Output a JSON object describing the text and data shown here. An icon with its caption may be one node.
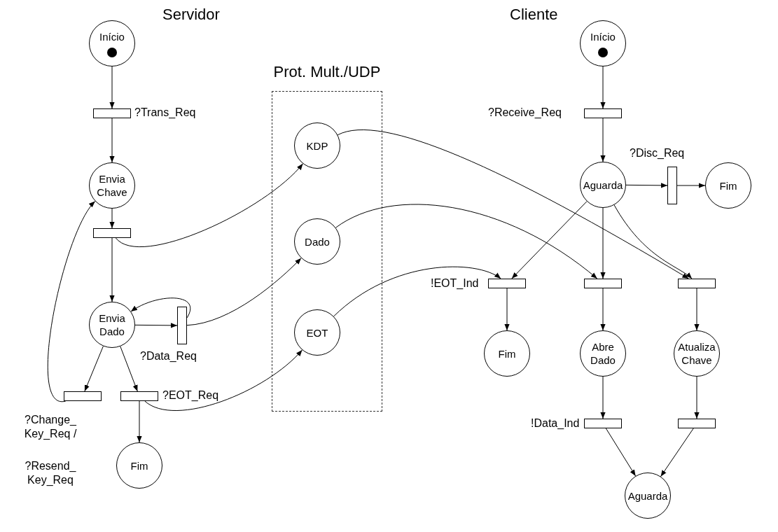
{
  "diagram": {
    "nodes": [
      {
        "text": [
          "Início"
        ]
      },
      {
        "text": [],
        "shape": "bar",
        "beside": [
          "?Trans_Req"
        ]
      },
      {
        "text": [
          "Envia Chave"
        ]
      },
      {
        "text": [],
        "shape": "bar"
      },
      {
        "text": [
          "Envia Dado"
        ]
      },
      {
        "text": [],
        "shape": "bar",
        "beside": [
          "?Data_Req"
        ]
      },
      {
        "text": [],
        "shape": "bar",
        "beside": [
          "?Change_ Key_Req /",
          "?Resend_ Key_Req"
        ]
      },
      {
        "text": [],
        "shape": "bar",
        "beside": [
          "?EOT_Req"
        ]
      },
      {
        "text": [
          "Fim"
        ]
      },
      {
        "text": [
          "Prot. Mult./UDP"
        ]
      },
      {
        "text": [
          "KDP"
        ],
        "in": 9
      },
      {
        "text": [
          "Dado"
        ],
        "in": 9
      },
      {
        "text": [
          "EOT"
        ],
        "in": 9
      },
      {
        "text": [
          "Início"
        ]
      },
      {
        "text": [],
        "shape": "bar",
        "beside": [
          "?Receive_Req"
        ]
      },
      {
        "text": [
          "Aguarda"
        ]
      },
      {
        "text": [],
        "shape": "bar",
        "beside": [
          "?Disc_Req"
        ]
      },
      {
        "text": [
          "Fim"
        ]
      },
      {
        "text": [],
        "shape": "bar",
        "beside": [
          "!EOT_Ind"
        ]
      },
      {
        "text": [],
        "shape": "bar"
      },
      {
        "text": [],
        "shape": "bar"
      },
      {
        "text": [
          "Fim"
        ]
      },
      {
        "text": [
          "Abre Dado"
        ]
      },
      {
        "text": [
          "Atualiza Chave"
        ]
      },
      {
        "text": [],
        "shape": "bar",
        "beside": [
          "!Data_Ind"
        ]
      },
      {
        "text": [],
        "shape": "bar"
      },
      {
        "text": [
          "Aguarda"
        ]
      }
    ],
    "edges": [
      {
        "from": 0,
        "to": 1,
        "arrow": "to"
      },
      {
        "from": 1,
        "to": 2,
        "arrow": "to"
      },
      {
        "from": 2,
        "to": 3,
        "arrow": "to"
      },
      {
        "from": 3,
        "to": 4,
        "arrow": "to"
      },
      {
        "from": 3,
        "to": 10,
        "arrow": "to"
      },
      {
        "from": 4,
        "to": 5,
        "arrow": "to"
      },
      {
        "from": 5,
        "to": 4,
        "arrow": "to"
      },
      {
        "from": 5,
        "to": 11,
        "arrow": "to"
      },
      {
        "from": 4,
        "to": 6,
        "arrow": "to"
      },
      {
        "from": 4,
        "to": 7,
        "arrow": "to"
      },
      {
        "from": 6,
        "to": 2,
        "arrow": "to"
      },
      {
        "from": 7,
        "to": 8,
        "arrow": "to"
      },
      {
        "from": 7,
        "to": 12,
        "arrow": "to"
      },
      {
        "from": 13,
        "to": 14,
        "arrow": "to"
      },
      {
        "from": 14,
        "to": 15,
        "arrow": "to"
      },
      {
        "from": 15,
        "to": 16,
        "arrow": "to"
      },
      {
        "from": 16,
        "to": 17,
        "arrow": "to"
      },
      {
        "from": 15,
        "to": 18,
        "arrow": "to"
      },
      {
        "from": 15,
        "to": 19,
        "arrow": "to"
      },
      {
        "from": 15,
        "to": 20,
        "arrow": "to"
      },
      {
        "from": 12,
        "to": 18,
        "arrow": "to"
      },
      {
        "from": 11,
        "to": 19,
        "arrow": "to"
      },
      {
        "from": 10,
        "to": 20,
        "arrow": "to"
      },
      {
        "from": 18,
        "to": 21,
        "arrow": "to"
      },
      {
        "from": 19,
        "to": 22,
        "arrow": "to"
      },
      {
        "from": 20,
        "to": 23,
        "arrow": "to"
      },
      {
        "from": 22,
        "to": 24,
        "arrow": "to"
      },
      {
        "from": 23,
        "to": 25,
        "arrow": "to"
      },
      {
        "from": 24,
        "to": 26,
        "arrow": "to"
      },
      {
        "from": 25,
        "to": 26,
        "arrow": "to"
      }
    ],
    "labels": [
      "Servidor",
      "Cliente"
    ]
  }
}
